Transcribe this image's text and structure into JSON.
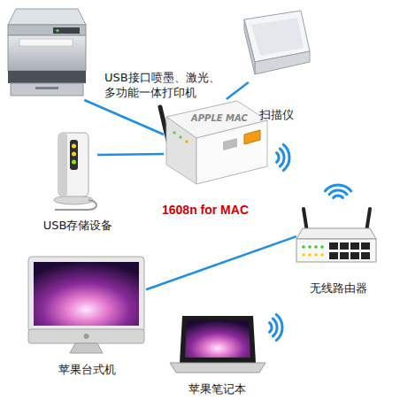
{
  "diagram": {
    "nodes": [
      {
        "text": [
          "USB接口喷墨、激光、 多功能一体打印机"
        ]
      },
      {
        "text": [
          "扫描仪"
        ]
      },
      {
        "text": [
          "USB存储设备"
        ]
      },
      {
        "text": [
          "1608n for MAC"
        ]
      },
      {
        "text": [
          "无线路由器"
        ]
      },
      {
        "text": [
          "苹果台式机"
        ]
      },
      {
        "text": [
          "苹果笔记本"
        ]
      }
    ],
    "edges": [
      {
        "from": 0,
        "to": 3,
        "arrow": "none"
      },
      {
        "from": 1,
        "to": 3,
        "arrow": "none"
      },
      {
        "from": 2,
        "to": 3,
        "arrow": "none"
      },
      {
        "from": 5,
        "to": 4,
        "arrow": "none"
      }
    ],
    "labels": [
      "APPLE MAC"
    ]
  }
}
